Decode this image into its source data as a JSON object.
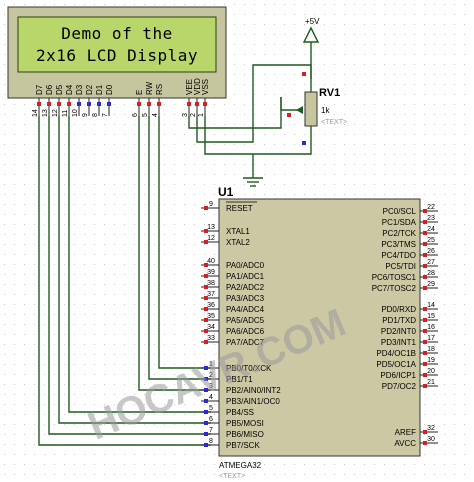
{
  "lcd": {
    "line1": "Demo of the",
    "line2": "2x16 LCD Display",
    "pins": [
      "D7",
      "D6",
      "D5",
      "D4",
      "D3",
      "D2",
      "D1",
      "D0",
      "E",
      "RW",
      "RS",
      "VEE",
      "VDD",
      "VSS"
    ],
    "pin_numbers": [
      "14",
      "13",
      "12",
      "11",
      "10",
      "9",
      "8",
      "7",
      "6",
      "5",
      "4",
      "3",
      "2",
      "1"
    ]
  },
  "power": {
    "label": "+5V"
  },
  "rv1": {
    "ref": "RV1",
    "value": "1k",
    "text": "<TEXT>"
  },
  "u1": {
    "ref": "U1",
    "part": "ATMEGA32",
    "text": "<TEXT>",
    "left_pins": [
      {
        "num": "9",
        "name": "RESET"
      },
      {
        "num": "13",
        "name": "XTAL1"
      },
      {
        "num": "12",
        "name": "XTAL2"
      },
      {
        "num": "40",
        "name": "PA0/ADC0"
      },
      {
        "num": "39",
        "name": "PA1/ADC1"
      },
      {
        "num": "38",
        "name": "PA2/ADC2"
      },
      {
        "num": "37",
        "name": "PA3/ADC3"
      },
      {
        "num": "36",
        "name": "PA4/ADC4"
      },
      {
        "num": "35",
        "name": "PA5/ADC5"
      },
      {
        "num": "34",
        "name": "PA6/ADC6"
      },
      {
        "num": "33",
        "name": "PA7/ADC7"
      },
      {
        "num": "1",
        "name": "PB0/T0/XCK"
      },
      {
        "num": "2",
        "name": "PB1/T1"
      },
      {
        "num": "3",
        "name": "PB2/AIN0/INT2"
      },
      {
        "num": "4",
        "name": "PB3/AIN1/OC0"
      },
      {
        "num": "5",
        "name": "PB4/SS"
      },
      {
        "num": "6",
        "name": "PB5/MOSI"
      },
      {
        "num": "7",
        "name": "PB6/MISO"
      },
      {
        "num": "8",
        "name": "PB7/SCK"
      }
    ],
    "right_pins": [
      {
        "num": "22",
        "name": "PC0/SCL"
      },
      {
        "num": "23",
        "name": "PC1/SDA"
      },
      {
        "num": "24",
        "name": "PC2/TCK"
      },
      {
        "num": "25",
        "name": "PC3/TMS"
      },
      {
        "num": "26",
        "name": "PC4/TDO"
      },
      {
        "num": "27",
        "name": "PC5/TDI"
      },
      {
        "num": "28",
        "name": "PC6/TOSC1"
      },
      {
        "num": "29",
        "name": "PC7/TOSC2"
      },
      {
        "num": "14",
        "name": "PD0/RXD"
      },
      {
        "num": "15",
        "name": "PD1/TXD"
      },
      {
        "num": "16",
        "name": "PD2/INT0"
      },
      {
        "num": "17",
        "name": "PD3/INT1"
      },
      {
        "num": "18",
        "name": "PD4/OC1B"
      },
      {
        "num": "19",
        "name": "PD5/OC1A"
      },
      {
        "num": "20",
        "name": "PD6/ICP1"
      },
      {
        "num": "21",
        "name": "PD7/OC2"
      },
      {
        "num": "32",
        "name": "AREF"
      },
      {
        "num": "30",
        "name": "AVCC"
      }
    ]
  },
  "watermark": "HOCAVR.COM",
  "colors": {
    "lcd_screen": "#b8d66a",
    "lcd_body": "#c6c69e",
    "chip_body": "#cdc8a4",
    "wire": "#1f5a1f",
    "pin_red": "#d42020",
    "pin_blue": "#2a2ad0",
    "dots": "#c8c8c8"
  }
}
